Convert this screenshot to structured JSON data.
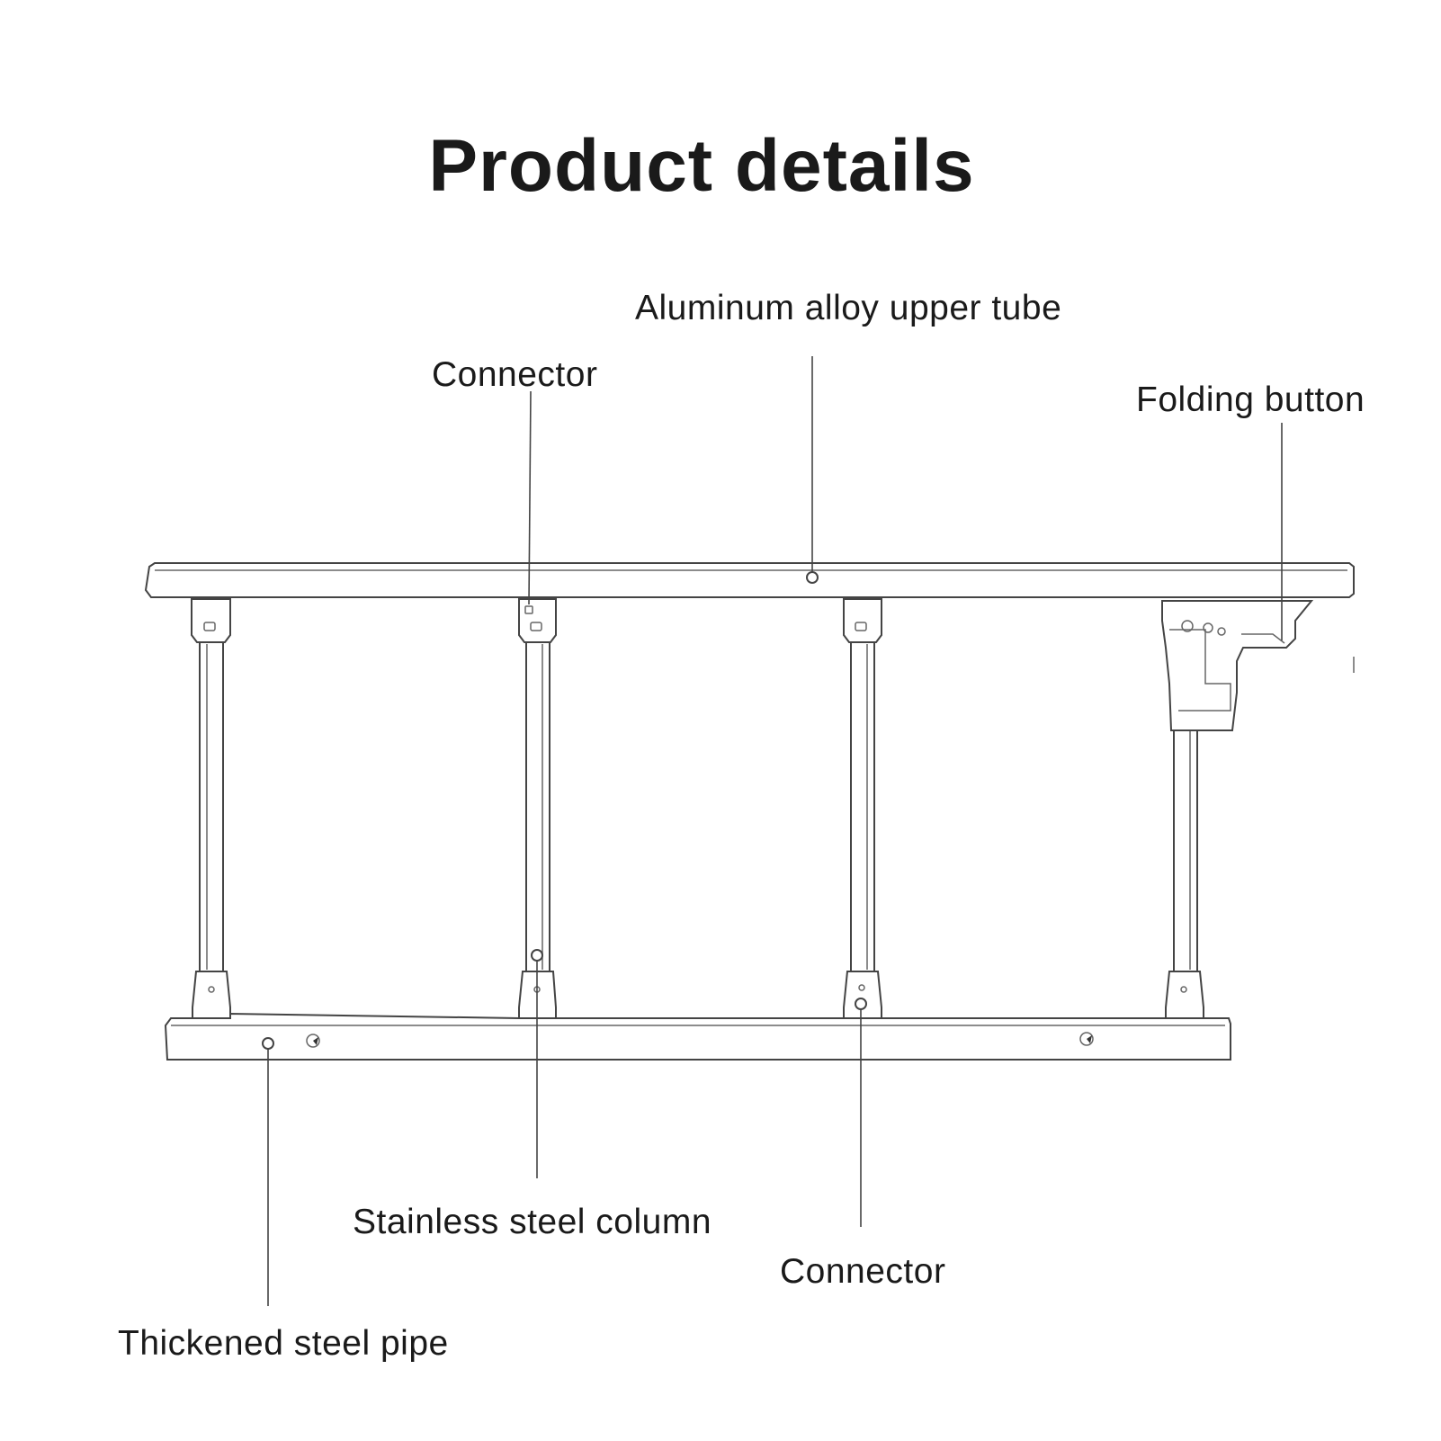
{
  "title": "Product details",
  "labels": {
    "upper_tube": "Aluminum alloy upper tube",
    "connector_top": "Connector",
    "folding_button": "Folding button",
    "stainless_column": "Stainless steel column",
    "connector_bottom": "Connector",
    "steel_pipe": "Thickened steel pipe"
  },
  "colors": {
    "line": "#444444",
    "text": "#1a1a1a",
    "background": "#ffffff"
  }
}
